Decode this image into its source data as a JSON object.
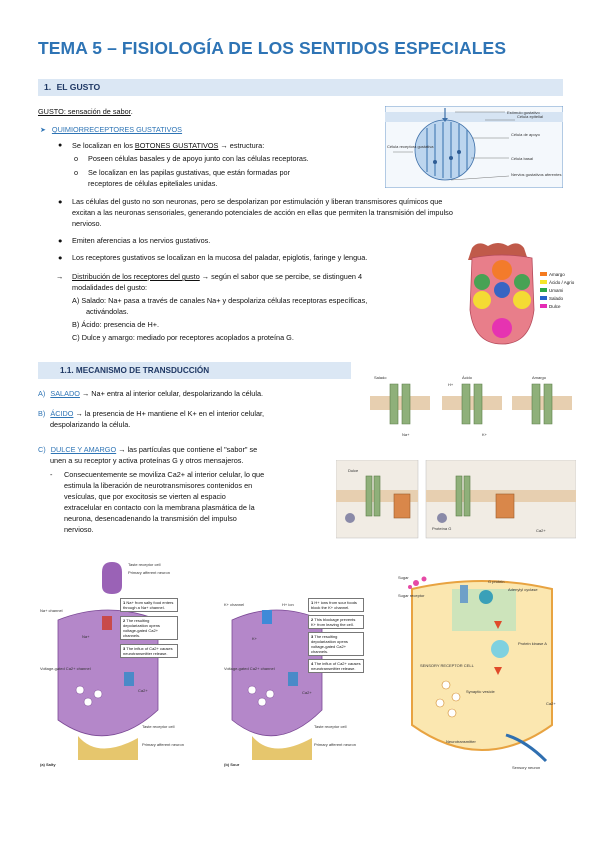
{
  "title": "TEMA 5 – FISIOLOGÍA DE LOS SENTIDOS ESPECIALES",
  "section1": {
    "number": "1.",
    "label": "EL GUSTO"
  },
  "gusto_def": {
    "term": "GUSTO: sensación de sabor",
    "end": "."
  },
  "quimio": {
    "label": "QUIMIORRECEPTORES GUSTATIVOS"
  },
  "botones": {
    "pre": "Se localizan en los ",
    "link": "BOTONES GUSTATIVOS",
    "post": " → estructura:",
    "sub1": "Poseen células basales y de apoyo junto con las células receptoras.",
    "sub2a": "Se localizan en las papilas gustativas, que están formadas por",
    "sub2b": "receptores de células epiteliales unidas."
  },
  "bullets": [
    "Las células del gusto no son neuronas, pero se despolarizan por estimulación y liberan transmisores químicos que",
    "excitan a las neuronas sensoriales, generando potenciales de acción en ellas que permiten la transmisión del impulso",
    "nervioso.",
    "Emiten aferencias a los nervios gustativos.",
    "Los receptores gustativos se localizan en la mucosa del paladar, epiglotis, faringe y lengua."
  ],
  "distribucion": {
    "arrow": "→",
    "link": "Distribución de los receptores del gusto",
    "post": " → según el sabor que se percibe, se distinguen 4",
    "line2": "modalidades del gusto:",
    "a": "A)  Salado: Na+ pasa a través de canales Na+ y despolariza células receptoras específicas,",
    "a2": "activándolas.",
    "b": "B)  Ácido: presencia de H+.",
    "c": "C)  Dulce y amargo: mediado por receptores acoplados a proteína G."
  },
  "section2": {
    "label": "1.1.   MECANISMO DE TRANSDUCCIÓN"
  },
  "trans": {
    "a_letter": "A)",
    "a_link": "SALADO",
    "a_text": " → Na+ entra al interior celular, despolarizando la célula.",
    "b_letter": "B)",
    "b_link": "ÁCIDO",
    "b_text": " → la presencia de H+ mantiene el K+ en el interior celular,",
    "b_text2": "despolarizando la célula.",
    "c_letter": "C)",
    "c_link": "DULCE Y AMARGO",
    "c_text": " → las partículas que contiene el \"sabor\" se",
    "c_text2": "unen a su receptor y activa proteínas G y otros mensajeros.",
    "c_sub": [
      "Consecuentemente se moviliza Ca2+ al interior celular, lo que",
      "estimula la liberación de neurotransmisores contenidos en",
      "vesículas, que por exocitosis se vierten al espacio",
      "extracelular en contacto con la membrana plasmática de la",
      "neurona, desencadenando la transmisión del impulso",
      "nervioso."
    ]
  },
  "fig_bud": {
    "labels": [
      "Estímulo gustativo",
      "Célula epitelial",
      "Célula de apoyo",
      "Célula receptora gustativa",
      "Célula basal",
      "Nervios gustativos aferentes"
    ]
  },
  "fig_tongue": {
    "legend": [
      {
        "label": "Amargo",
        "color": "#f47b20"
      },
      {
        "label": "Ácido / Agrio",
        "color": "#f5e62a"
      },
      {
        "label": "Umami",
        "color": "#2ba84a"
      },
      {
        "label": "Salado",
        "color": "#2563c9"
      },
      {
        "label": "Dulce",
        "color": "#e52bb5"
      }
    ]
  },
  "fig_channels": {
    "labels": [
      "Salado",
      "Ácido",
      "Amargo",
      "Na+",
      "H+",
      "K+"
    ]
  },
  "fig_gprot": {
    "labels": [
      "Dulce",
      "Proteína G",
      "Ca2+"
    ]
  },
  "fig_salty": {
    "title": "(a) Salty",
    "top_labels": [
      "Taste receptor cell",
      "Primary afferent neuron"
    ],
    "side_labels": [
      "Na+ channel",
      "Na+",
      "Voltage-gated Ca2+ channel",
      "Ca2+",
      "Taste receptor cell",
      "Primary afferent neuron"
    ],
    "steps": [
      {
        "n": "1",
        "text": "Na+ from salty food enters through a Na+ channel."
      },
      {
        "n": "2",
        "text": "The resulting depolarization opens voltage-gated Ca2+ channels."
      },
      {
        "n": "3",
        "text": "The influx of Ca2+ causes neurotransmitter release."
      }
    ]
  },
  "fig_sour": {
    "title": "(b) Sour",
    "side_labels": [
      "K+ channel",
      "H+ ion",
      "K+",
      "Voltage-gated Ca2+ channel",
      "Ca2+",
      "Taste receptor cell",
      "Primary afferent neuron"
    ],
    "steps": [
      {
        "n": "1",
        "text": "H+ ions from sour foods block the K+ channel."
      },
      {
        "n": "2",
        "text": "This blockage prevents K+ from leaving the cell."
      },
      {
        "n": "3",
        "text": "The resulting depolarization opens voltage-gated Ca2+ channels."
      },
      {
        "n": "4",
        "text": "The influx of Ca2+ causes neurotransmitter release."
      }
    ]
  },
  "fig_sweet": {
    "labels": [
      "Sugar",
      "G protein",
      "Sugar receptor",
      "Adenylyl cyclase",
      "Protein kinase A",
      "SENSORY RECEPTOR CELL",
      "Synaptic vesicle",
      "Ca2+",
      "Neurotransmitter",
      "Sensory neuron"
    ]
  }
}
